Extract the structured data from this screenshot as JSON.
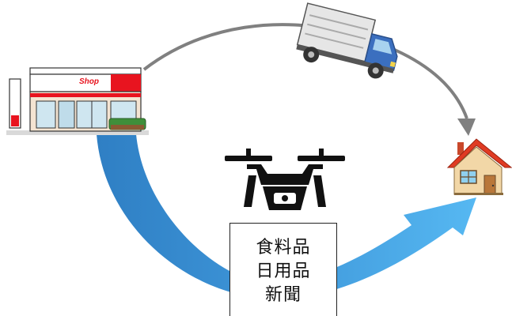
{
  "shop": {
    "sign": "Shop"
  },
  "goods": {
    "items": [
      "食料品",
      "日用品",
      "新聞"
    ]
  },
  "colors": {
    "truck_route": "#808080",
    "drone_route_dark": "#2f7fc4",
    "drone_route_light": "#54b4ef",
    "shop_red": "#e8141f",
    "roof_red": "#e03b23",
    "truck_cab": "#3b6fbf"
  },
  "icons": [
    "shop-icon",
    "truck-icon",
    "house-icon",
    "drone-icon"
  ]
}
